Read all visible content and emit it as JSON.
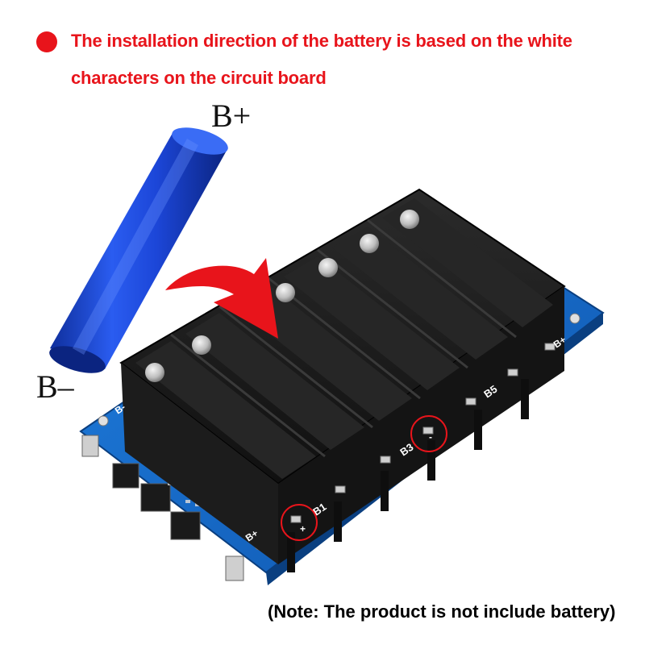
{
  "header": {
    "bullet_color": "#e8141b",
    "line1": "The installation direction of the battery is based on the white",
    "line2": "characters on the circuit board"
  },
  "battery": {
    "positive_label": "B+",
    "negative_label": "B–",
    "color": "#1f4fd6"
  },
  "board": {
    "color": "#1a6fd0",
    "holder_color": "#1a1a1a",
    "labels": {
      "b1": "B1",
      "b3": "B3",
      "b5": "B5",
      "b_plus_left": "B+",
      "b_plus_right": "B+",
      "b_minus": "B-",
      "plus": "+",
      "minus": "-"
    }
  },
  "arrow_color": "#e8141b",
  "note": "(Note: The product is not include battery)"
}
